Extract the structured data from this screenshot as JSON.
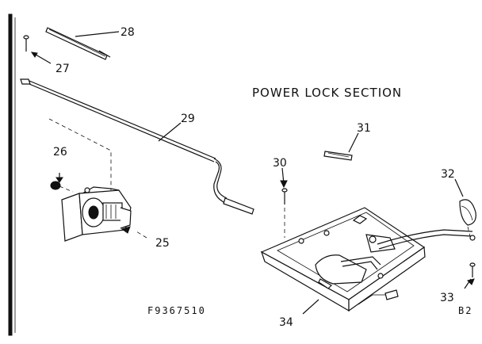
{
  "diagram": {
    "title": "POWER LOCK SECTION",
    "drawing_code": "F9367510",
    "page_code": "B2",
    "callouts": {
      "c25": "25",
      "c26": "26",
      "c27": "27",
      "c28": "28",
      "c29": "29",
      "c30": "30",
      "c31": "31",
      "c32": "32",
      "c33": "33",
      "c34": "34"
    }
  }
}
